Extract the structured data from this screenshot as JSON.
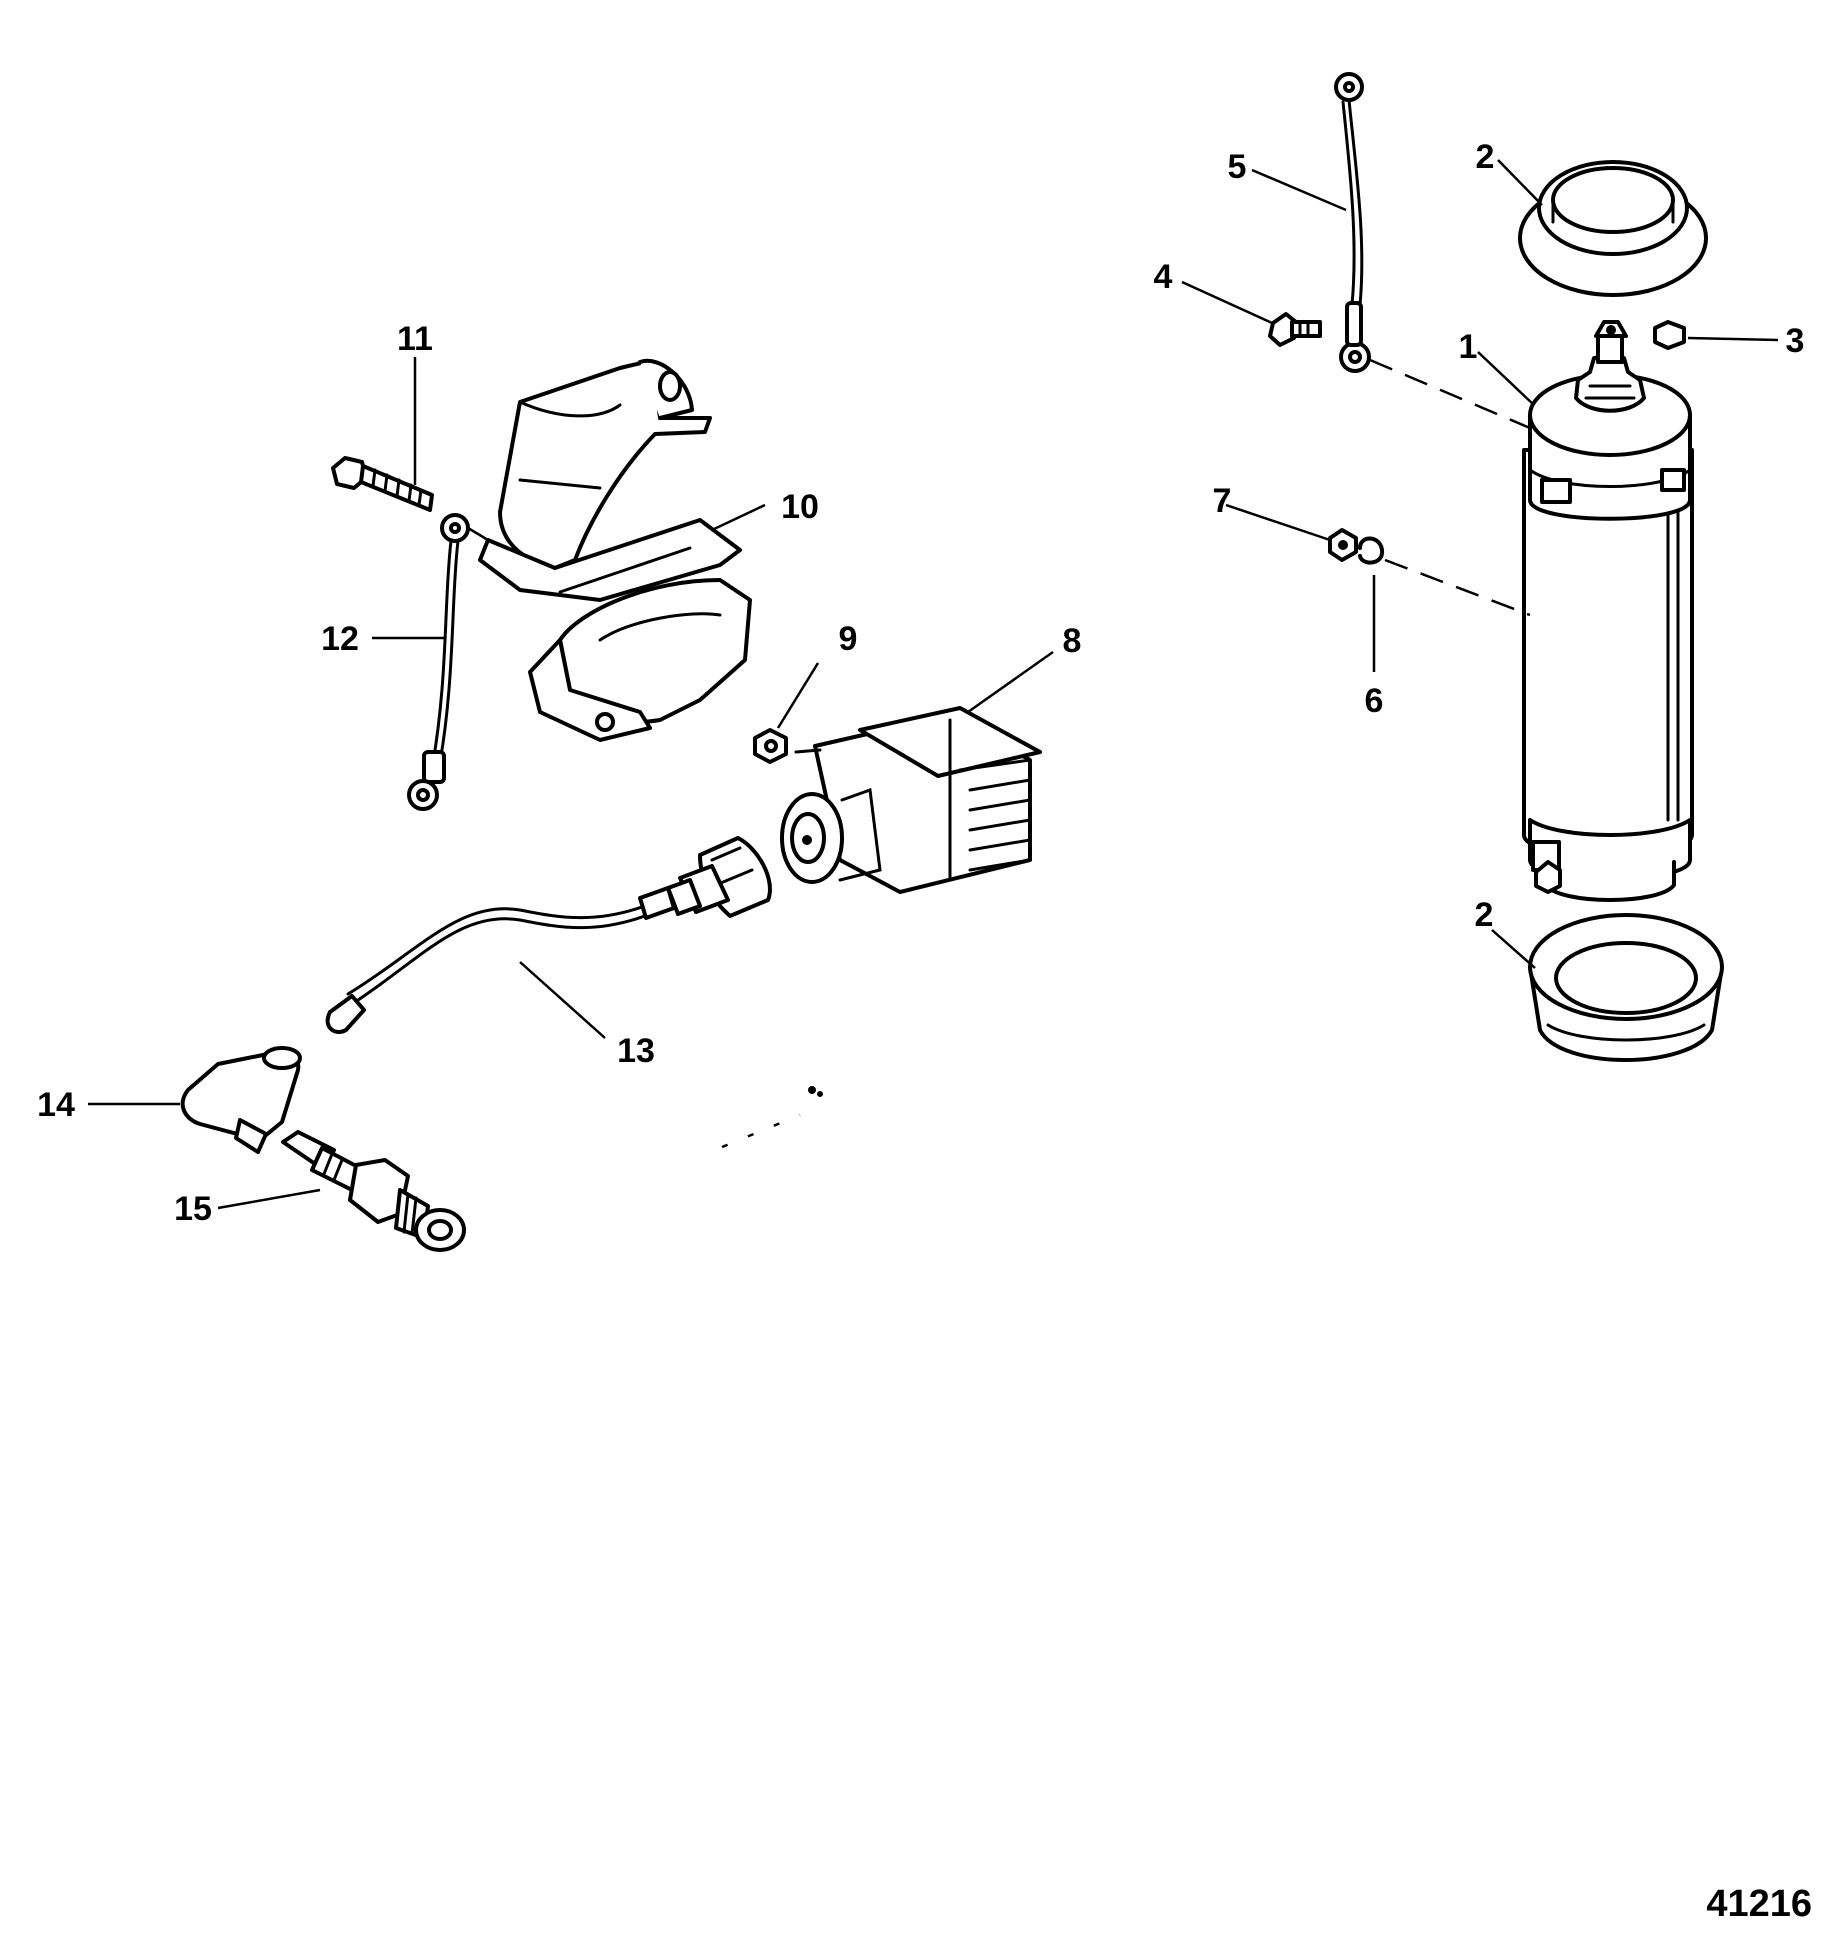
{
  "figure_number": "41216",
  "callouts": {
    "c1": "1",
    "c2_top": "2",
    "c2_bottom": "2",
    "c3": "3",
    "c4": "4",
    "c5": "5",
    "c6": "6",
    "c7": "7",
    "c8": "8",
    "c9": "9",
    "c10": "10",
    "c11": "11",
    "c12": "12",
    "c13": "13",
    "c14": "14",
    "c15": "15"
  },
  "colors": {
    "ink": "#000000",
    "paper": "#ffffff"
  }
}
